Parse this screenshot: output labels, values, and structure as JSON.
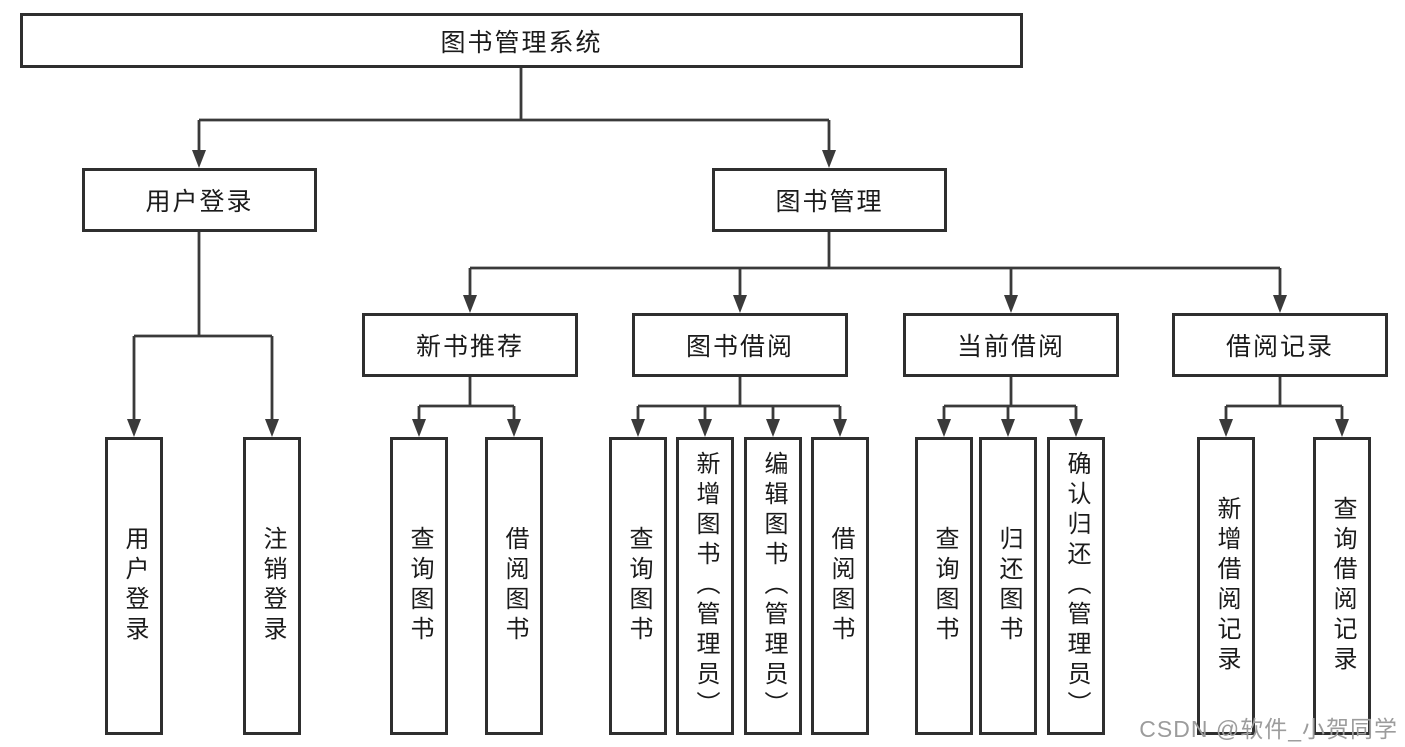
{
  "diagram": {
    "root": {
      "label": "图书管理系统"
    },
    "branches": [
      {
        "label": "用户登录",
        "children": [
          {
            "label": "用户登录"
          },
          {
            "label": "注销登录"
          }
        ]
      },
      {
        "label": "图书管理",
        "children": [
          {
            "label": "新书推荐",
            "children": [
              {
                "label": "查询图书"
              },
              {
                "label": "借阅图书"
              }
            ]
          },
          {
            "label": "图书借阅",
            "children": [
              {
                "label": "查询图书"
              },
              {
                "label": "新增图书（管理员）"
              },
              {
                "label": "编辑图书（管理员）"
              },
              {
                "label": "借阅图书"
              }
            ]
          },
          {
            "label": "当前借阅",
            "children": [
              {
                "label": "查询图书"
              },
              {
                "label": "归还图书"
              },
              {
                "label": "确认归还（管理员）"
              }
            ]
          },
          {
            "label": "借阅记录",
            "children": [
              {
                "label": "新增借阅记录"
              },
              {
                "label": "查询借阅记录"
              }
            ]
          }
        ]
      }
    ]
  },
  "watermark": {
    "text": "CSDN @软件_小贺同学"
  },
  "colors": {
    "line": "#3a3a3a",
    "box_border": "#2f2f2f",
    "text": "#1b1b1b",
    "background": "#ffffff",
    "watermark": "#9c9c9c"
  }
}
